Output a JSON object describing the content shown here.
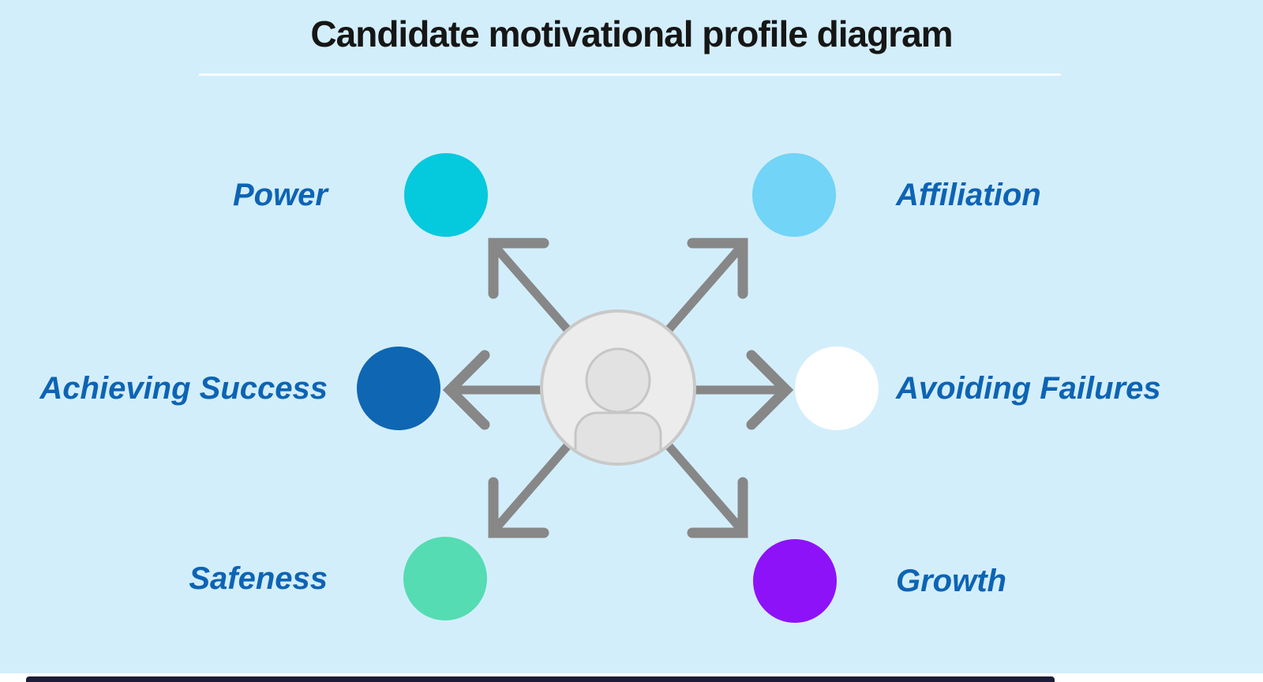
{
  "title": "Candidate motivational profile diagram",
  "center": {
    "icon": "person-avatar"
  },
  "nodes": [
    {
      "label": "Power",
      "color": "#05c9dd",
      "position": "top-left"
    },
    {
      "label": "Affiliation",
      "color": "#72d4f6",
      "position": "top-right"
    },
    {
      "label": "Achieving Success",
      "color": "#0f66b2",
      "position": "middle-left"
    },
    {
      "label": "Avoiding Failures",
      "color": "#ffffff",
      "position": "middle-right"
    },
    {
      "label": "Safeness",
      "color": "#55dcb2",
      "position": "bottom-left"
    },
    {
      "label": "Growth",
      "color": "#8e12f8",
      "position": "bottom-right"
    }
  ],
  "theme": {
    "background": "#d3eefb",
    "title_color": "#161616",
    "divider_color": "#f7fcff",
    "label_color": "#0d64b4",
    "arrow_color": "#878787",
    "avatar_fill": "#ececec",
    "avatar_border": "#c9c9c9",
    "person_fill": "#e2e2e2",
    "person_border": "#c6c6c6",
    "bottom_bar_color": "#1d1d39"
  }
}
